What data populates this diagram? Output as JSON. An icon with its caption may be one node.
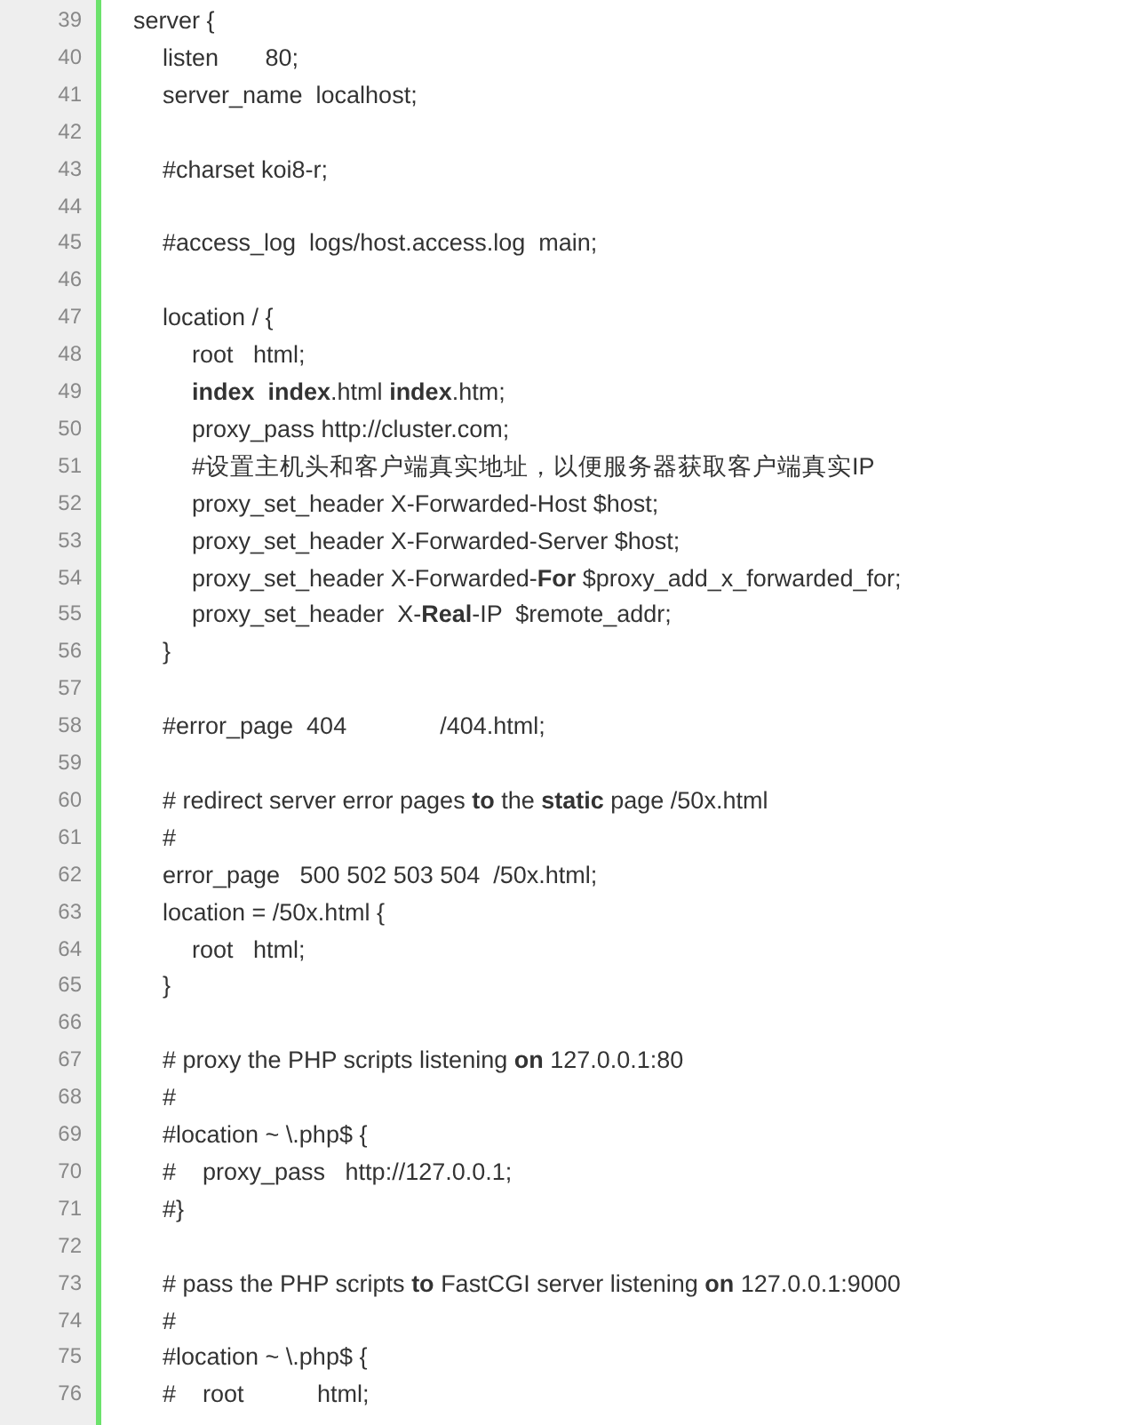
{
  "diagram": {
    "labels": [
      "39",
      "server {",
      "40",
      "listen       80;",
      "41",
      "server_name  localhost;",
      "42",
      "43",
      "#charset koi8-r;",
      "44",
      "45",
      "#access_log  logs/host.access.log  main;",
      "46",
      "47",
      "location / {",
      "48",
      "root   html;",
      "49",
      "**index**  **index**.html **index**.htm;",
      "50",
      "proxy_pass http://cluster.com;",
      "51",
      "#设置主机头和客户端真实地址，以便服务器获取客户端真实IP",
      "52",
      "proxy_set_header X-Forwarded-Host $host;",
      "53",
      "proxy_set_header X-Forwarded-Server $host;",
      "54",
      "proxy_set_header X-Forwarded-**For** $proxy_add_x_forwarded_for;",
      "55",
      "proxy_set_header  X-**Real**-IP  $remote_addr;",
      "56",
      "}",
      "57",
      "58",
      "#error_page  404              /404.html;",
      "59",
      "60",
      "# redirect server error pages **to** the **static** page /50x.html",
      "61",
      "#",
      "62",
      "error_page   500 502 503 504  /50x.html;",
      "63",
      "location = /50x.html {",
      "64",
      "root   html;",
      "65",
      "}",
      "66",
      "67",
      "# proxy the PHP scripts listening **on** 127.0.0.1:80",
      "68",
      "#",
      "69",
      "#location ~ \\.php$ {",
      "70",
      "#    proxy_pass   http://127.0.0.1;",
      "71",
      "#}",
      "72",
      "73",
      "# pass the PHP scripts **to** FastCGI server listening **on** 127.0.0.1:9000",
      "74",
      "#",
      "75",
      "#location ~ \\.php$ {",
      "76",
      "#    root           html;"
    ]
  }
}
